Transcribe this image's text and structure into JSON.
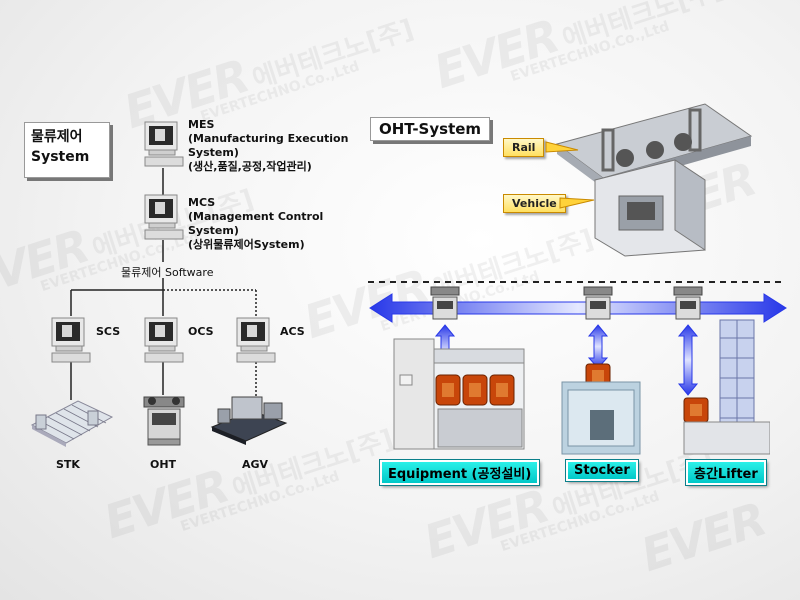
{
  "watermark": {
    "logo": "EVER",
    "korean": "에버테크노[주]",
    "sub": "EVERTECHNO.Co.,Ltd"
  },
  "left": {
    "title_line1": "물류제어",
    "title_line2": "System",
    "mes": {
      "line1": "MES",
      "line2": "(Manufacturing Execution",
      "line3": "System)",
      "line4": "(생산,품질,공정,작업관리)"
    },
    "mcs": {
      "line1": "MCS",
      "line2": "(Management Control",
      "line3": "System)",
      "line4": "(상위물류제어System)"
    },
    "software_label": "물류제어 Software",
    "controllers": [
      "SCS",
      "OCS",
      "ACS"
    ],
    "equipment": [
      "STK",
      "OHT",
      "AGV"
    ]
  },
  "right": {
    "title": "OHT-System",
    "callout_rail": "Rail",
    "callout_vehicle": "Vehicle",
    "labels": {
      "equipment": "Equipment (공정설비)",
      "stocker": "Stocker",
      "lifter": "층간Lifter"
    }
  }
}
